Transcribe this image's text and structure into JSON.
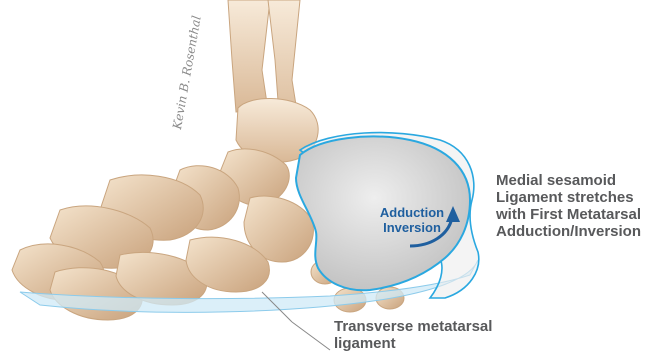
{
  "signature": "Kevin B. Rosenthal",
  "labels": {
    "medial_sesamoid": [
      "Medial sesamoid",
      "Ligament stretches",
      "with First Metatarsal",
      "Adduction/Inversion"
    ],
    "motion": [
      "Adduction",
      "Inversion"
    ],
    "transverse": [
      "Transverse metatarsal",
      "ligament"
    ]
  },
  "colors": {
    "bone_light": "#f3e4cf",
    "bone_shadow": "#c7a17a",
    "outline": "#2aa8e0",
    "highlight_fill": "#d7d7d7",
    "label_text": "#58595b",
    "motion_text": "#1f5f9f"
  },
  "icons": [
    "curved-arrow-icon"
  ]
}
